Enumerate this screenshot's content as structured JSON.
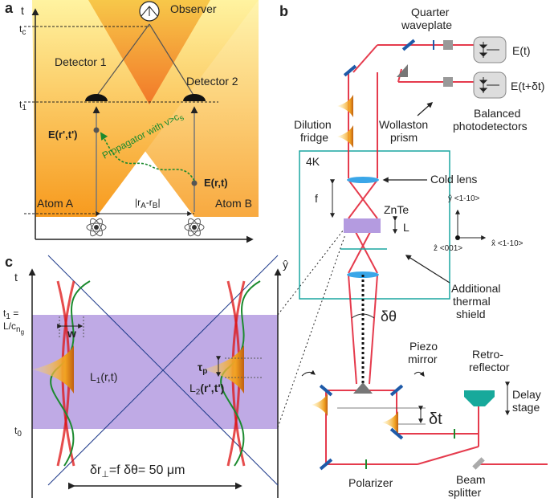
{
  "panel_a": {
    "label": "a",
    "axis_t": "t",
    "t_c": "t",
    "t_c_sub": "c",
    "t_1": "t",
    "t_1_sub": "1",
    "observer": "Observer",
    "detector1": "Detector 1",
    "detector2": "Detector 2",
    "e_rprime": "E(r',t')",
    "e_r": "E(r,t)",
    "propagator": "Propagator with  v>c",
    "propagator_sub": "s",
    "atom_a": "Atom A",
    "atom_b": "Atom B",
    "separation": "|r",
    "separation_a": "A",
    "separation_mid": "-r",
    "separation_b": "B",
    "separation_end": "|"
  },
  "panel_b": {
    "label": "b",
    "quarter_waveplate": "Quarter",
    "quarter_waveplate2": "waveplate",
    "e_t": "E(t)",
    "e_tdt": "E(t+δt)",
    "dilution": "Dilution",
    "fridge": "fridge",
    "wollaston": "Wollaston",
    "prism": "prism",
    "balanced": "Balanced",
    "photodetectors": "photodetectors",
    "four_k": "4K",
    "cold_lens": "Cold lens",
    "f": "f",
    "znte": "ZnTe",
    "L": "L",
    "y_axis": "ŷ <1-10>",
    "z_axis": "ẑ <001>",
    "x_axis": "x̂ <1-10>",
    "additional": "Additional",
    "thermal": "thermal",
    "shield": "shield",
    "dtheta": "δθ",
    "piezo": "Piezo",
    "mirror": "mirror",
    "retro": "Retro-",
    "reflector": "reflector",
    "delay": "Delay",
    "stage": "stage",
    "dt": "δt",
    "polarizer": "Polarizer",
    "beam": "Beam",
    "splitter": "splitter"
  },
  "panel_c": {
    "label": "c",
    "axis_t": "t",
    "axis_y": "ŷ",
    "t1": "t",
    "t1_sub": "1",
    "t1_eq": " =",
    "t1_frac": "L/c",
    "t1_frac_sub": "n",
    "t1_frac_subsub": "g",
    "t0": "t",
    "t0_sub": "0",
    "w": "w",
    "tau": "τ",
    "tau_sub": "p",
    "l1": "L",
    "l1_sub": "1",
    "l1_rest": "(r,t)",
    "l2": "L",
    "l2_sub": "2",
    "l2_rest": "(r',t')",
    "dr": "δr",
    "dr_sub": "⊥",
    "dr_rest": "=f δθ= 50 μm"
  },
  "colors": {
    "beam": "#e3263a",
    "crystal": "#b49be0",
    "lens": "#3aa6e8",
    "box": "#1aa6a0",
    "mirror": "#1e5aa8",
    "retro": "#17a99b",
    "light_cone": "#f7b228",
    "propagator": "#1b8a2e"
  }
}
